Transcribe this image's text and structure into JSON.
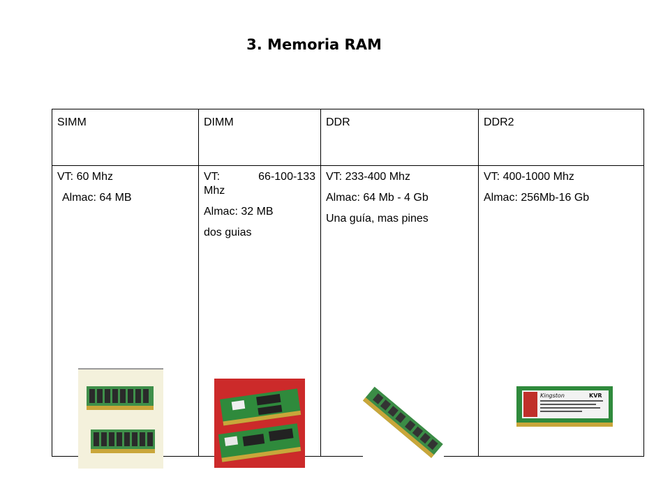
{
  "title": "3. Memoria RAM",
  "headers": [
    "SIMM",
    "DIMM",
    "DDR",
    "DDR2"
  ],
  "columns": [
    {
      "lines": [
        "VT: 60 Mhz",
        "Almac: 64 MB"
      ]
    },
    {
      "lines": [
        "VT:    66-100-133",
        "Mhz",
        "Almac: 32 MB",
        "dos guias"
      ]
    },
    {
      "lines": [
        "VT: 233-400 Mhz",
        "Almac: 64 Mb - 4 Gb",
        "Una guía, mas pines"
      ]
    },
    {
      "lines": [
        "VT: 400-1000 Mhz",
        "Almac: 256Mb-16 Gb"
      ]
    }
  ],
  "images": {
    "simm": "simm-modules-photo",
    "dimm": "dimm-modules-photo",
    "ddr": "ddr-module-photo",
    "ddr2": "ddr2-module-photo"
  },
  "ddr2_label": {
    "brand": "Kingston",
    "model": "KVR"
  },
  "colors": {
    "pcb_green": "#2f8a3c",
    "chip_dark": "#2a2a2a",
    "gold": "#c9a63a",
    "dimm_bg": "#cc2a2a"
  }
}
